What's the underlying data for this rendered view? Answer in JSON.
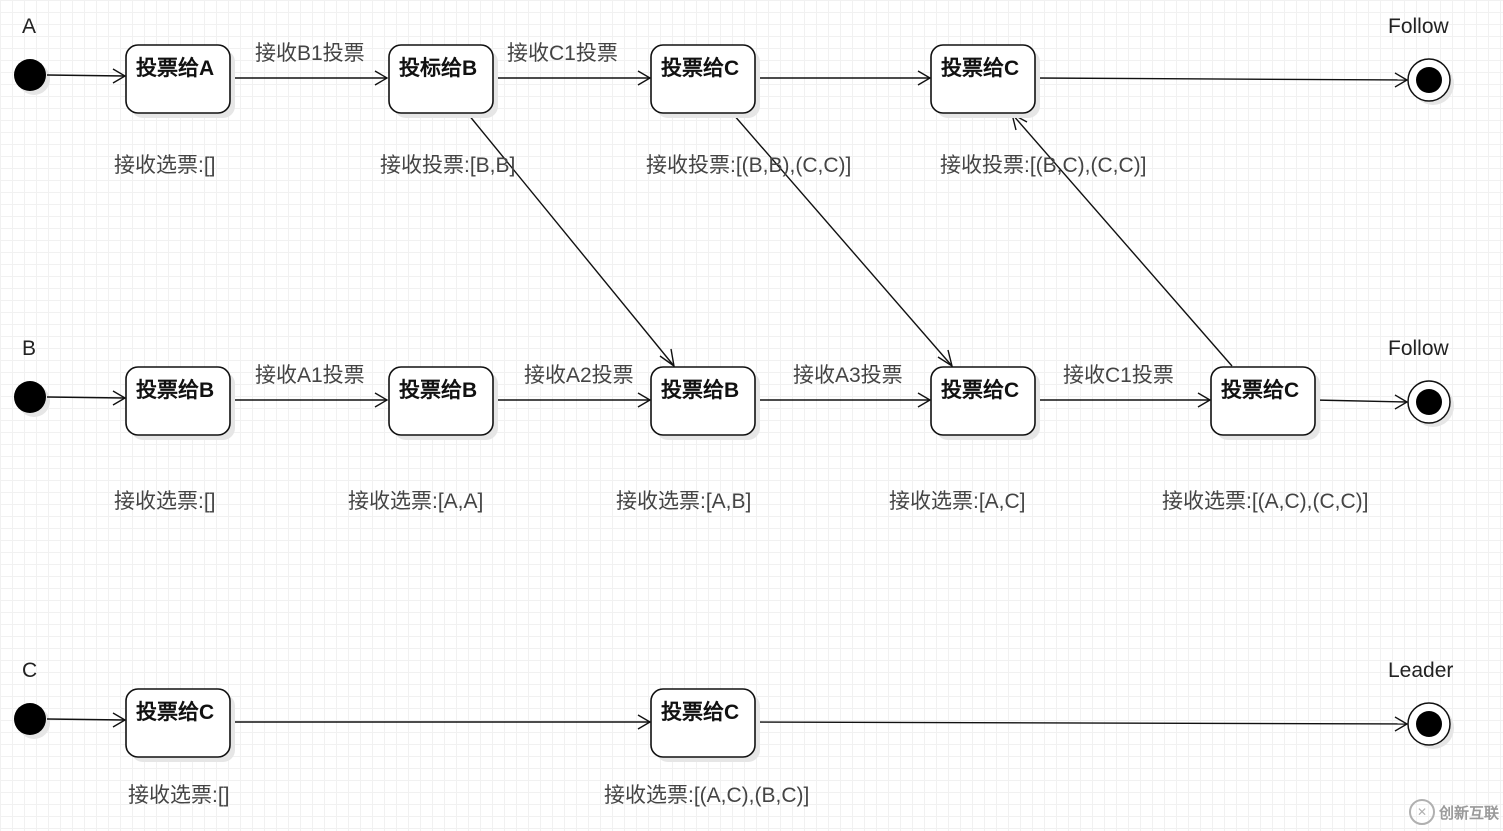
{
  "lanes": [
    {
      "label": "A",
      "role": "Follow"
    },
    {
      "label": "B",
      "role": "Follow"
    },
    {
      "label": "C",
      "role": "Leader"
    }
  ],
  "states": {
    "a1": {
      "pre": "投票给",
      "target": "A"
    },
    "a2": {
      "pre": "投标给",
      "target": "B"
    },
    "a3": {
      "pre": "投票给",
      "target": "C"
    },
    "a4": {
      "pre": "投票给",
      "target": "C"
    },
    "b1": {
      "pre": "投票给",
      "target": "B"
    },
    "b2": {
      "pre": "投票给",
      "target": "B"
    },
    "b3": {
      "pre": "投票给",
      "target": "B"
    },
    "b4": {
      "pre": "投票给",
      "target": "C"
    },
    "b5": {
      "pre": "投票给",
      "target": "C"
    },
    "c1": {
      "pre": "投票给",
      "target": "C"
    },
    "c2": {
      "pre": "投票给",
      "target": "C"
    }
  },
  "edge_labels": {
    "a1_a2": "接收B1投票",
    "a2_a3": "接收C1投票",
    "b1_b2": "接收A1投票",
    "b2_b3": "接收A2投票",
    "b3_b4": "接收A3投票",
    "b4_b5": "接收C1投票"
  },
  "notes": {
    "a1": "接收选票:[]",
    "a2": "接收投票:[B,B]",
    "a3": "接收投票:[(B,B),(C,C)]",
    "a4": "接收投票:[(B,C),(C,C)]",
    "b1": "接收选票:[]",
    "b2": "接收选票:[A,A]",
    "b3": "接收选票:[A,B]",
    "b4": "接收选票:[A,C]",
    "b5": "接收选票:[(A,C),(C,C)]",
    "c1": "接收选票:[]",
    "c2": "接收选票:[(A,C),(B,C)]"
  },
  "watermark": {
    "icon": "logo-icon",
    "text": "创新互联"
  }
}
